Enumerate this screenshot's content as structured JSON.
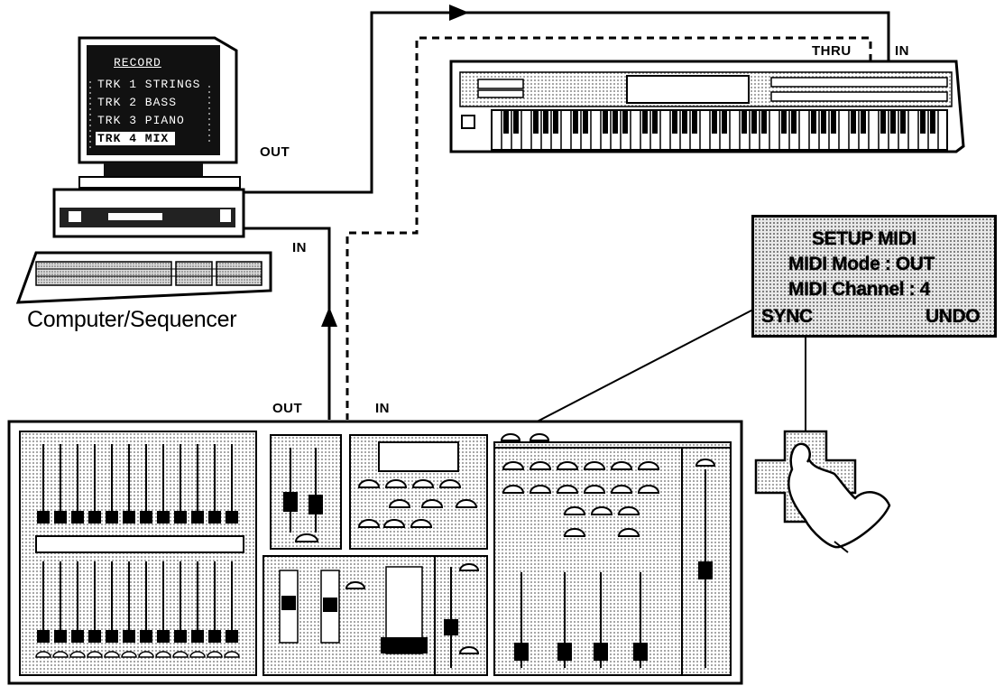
{
  "labels": {
    "computer_out": "OUT",
    "computer_in": "IN",
    "keyboard_thru": "THRU",
    "keyboard_in": "IN",
    "console_out": "OUT",
    "console_in": "IN",
    "computer_caption": "Computer/Sequencer"
  },
  "monitor_screen": {
    "title": "RECORD",
    "tracks": [
      "TRK 1 STRINGS",
      "TRK 2 BASS",
      "TRK 3 PIANO",
      "TRK 4 MIX"
    ]
  },
  "lcd": {
    "line1": "SETUP MIDI",
    "line2": "MIDI Mode : OUT",
    "line3": "MIDI Channel : 4",
    "line4_left": "SYNC",
    "line4_right": "UNDO"
  }
}
